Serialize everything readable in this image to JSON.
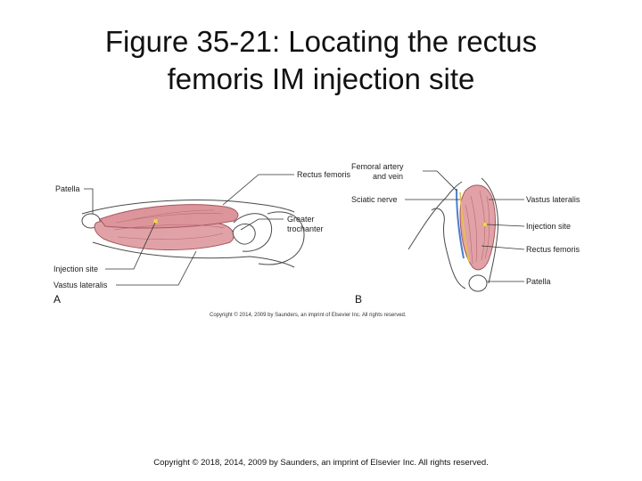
{
  "slide": {
    "title_line1": "Figure 35-21: Locating the rectus",
    "title_line2": "femoris IM injection site",
    "footer_copyright": "Copyright © 2018, 2014, 2009 by Saunders, an imprint of Elsevier Inc. All rights reserved."
  },
  "figure": {
    "panel_a": {
      "letter": "A",
      "labels": {
        "patella": "Patella",
        "rectus_femoris": "Rectus femoris",
        "greater_trochanter_1": "Greater",
        "greater_trochanter_2": "trochanter",
        "injection_site": "Injection site",
        "vastus_lateralis": "Vastus lateralis"
      }
    },
    "panel_b": {
      "letter": "B",
      "labels": {
        "femoral_artery_1": "Femoral artery",
        "femoral_artery_2": "and vein",
        "sciatic_nerve": "Sciatic nerve",
        "vastus_lateralis": "Vastus lateralis",
        "injection_site": "Injection site",
        "rectus_femoris": "Rectus femoris",
        "patella": "Patella"
      }
    },
    "inner_copyright": "Copyright © 2014, 2009 by Saunders, an imprint of Elsevier Inc. All rights reserved."
  },
  "colors": {
    "muscle_fill": "#e0a2a6",
    "muscle_stroke": "#a5565c",
    "muscle_fiber": "#b86a70",
    "outline": "#4a4a4a",
    "injection_site": "#f2d25a",
    "nerve": "#e8c24a",
    "vessel": "#4a7fd0"
  }
}
